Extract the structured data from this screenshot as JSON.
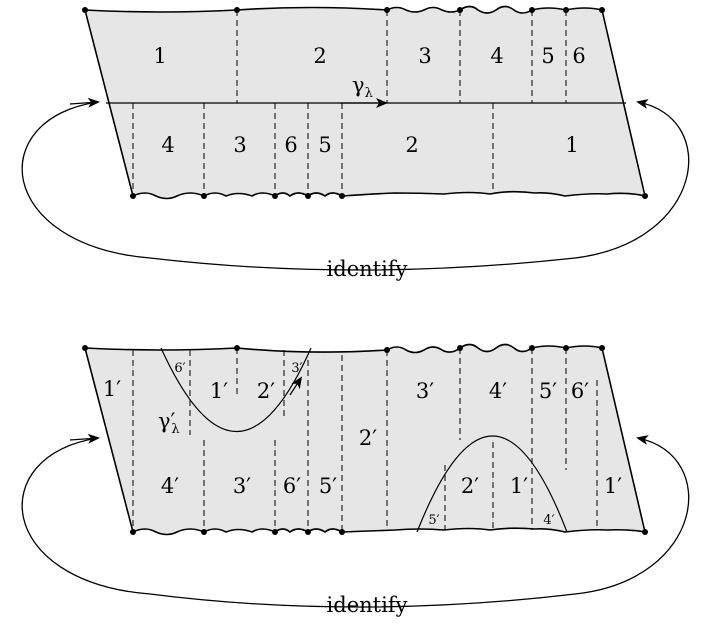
{
  "top_panel": {
    "upper_labels": [
      "1",
      "2",
      "3",
      "4",
      "5",
      "6"
    ],
    "lower_labels": [
      "4",
      "3",
      "6",
      "5",
      "2",
      "1"
    ],
    "curve_label_main": "γ",
    "curve_label_sub": "λ"
  },
  "bottom_panel": {
    "upper_labels": [
      "1′",
      "1′",
      "2′",
      "3′",
      "4′",
      "5′",
      "6′"
    ],
    "mid_label": "2′",
    "lower_labels": [
      "4′",
      "3′",
      "6′",
      "5′",
      "2′",
      "1′",
      "1′"
    ],
    "small_labels": [
      "6′",
      "3′",
      "5′",
      "4′"
    ],
    "curve_label_main": "γ′",
    "curve_label_sub": "λ"
  },
  "identify_label": "identify"
}
